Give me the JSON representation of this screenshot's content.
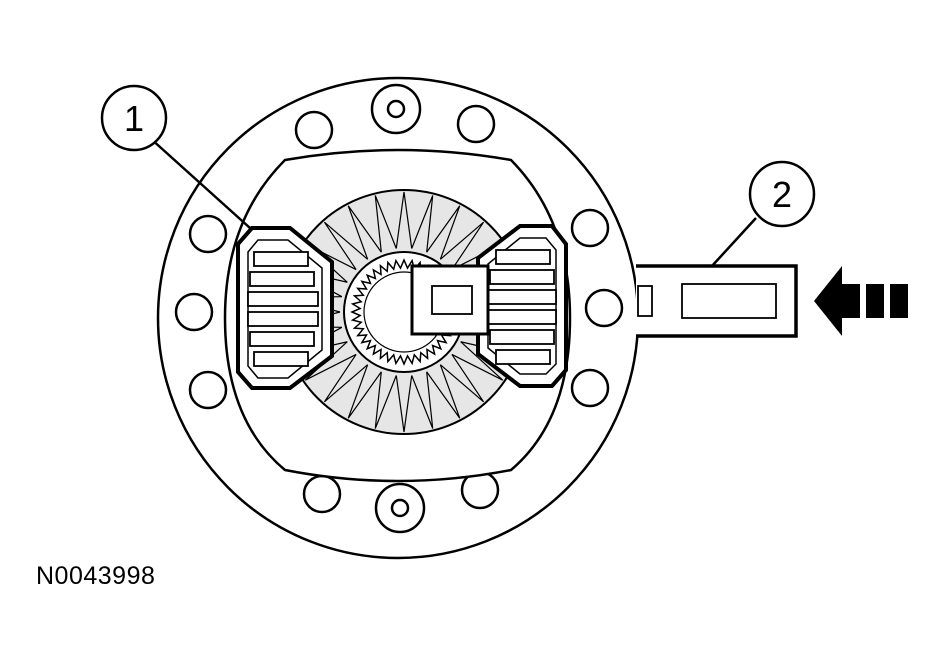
{
  "callouts": {
    "c1": "1",
    "c2": "2"
  },
  "figure_id": "N0043998",
  "colors": {
    "ink": "#000000",
    "paper": "#ffffff",
    "shade": "#d0d0d0"
  }
}
